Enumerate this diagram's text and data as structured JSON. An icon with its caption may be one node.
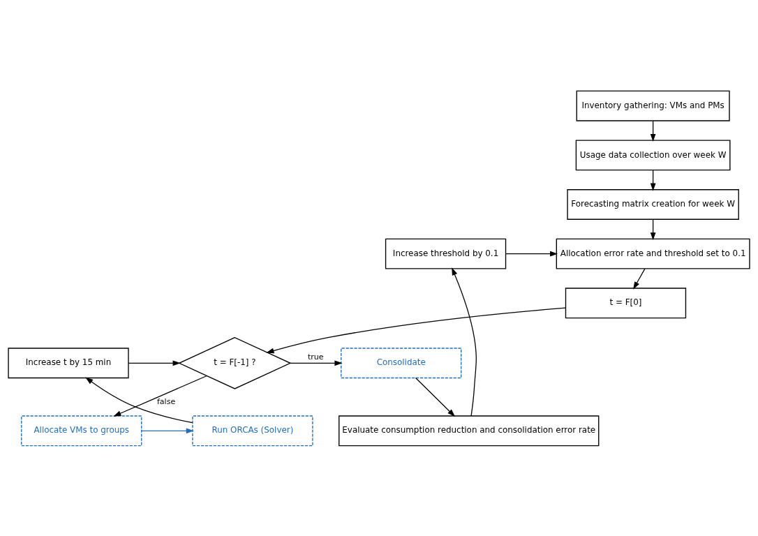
{
  "diagram": {
    "nodes": [
      {
        "text": [
          "Inventory gathering: VMs and PMs"
        ]
      },
      {
        "text": [
          "Usage data collection over week W"
        ]
      },
      {
        "text": [
          "Forecasting matrix creation for week W"
        ]
      },
      {
        "text": [
          "Allocation error rate and threshold set to 0.1"
        ]
      },
      {
        "text": [
          "t = F[0]"
        ]
      },
      {
        "text": [
          "t = F[-1] ?"
        ]
      },
      {
        "text": [
          "Increase threshold by 0.1"
        ]
      },
      {
        "text": [
          "Consolidate"
        ]
      },
      {
        "text": [
          "Increase t by 15 min"
        ]
      },
      {
        "text": [
          "Evaluate consumption reduction and consolidation error rate"
        ]
      },
      {
        "text": [
          "Allocate VMs to groups"
        ]
      },
      {
        "text": [
          "Run ORCAs (Solver)"
        ]
      }
    ],
    "edges": [
      {
        "from": 0,
        "to": 1,
        "arrow": "to"
      },
      {
        "from": 1,
        "to": 2,
        "arrow": "to"
      },
      {
        "from": 2,
        "to": 3,
        "arrow": "to"
      },
      {
        "from": 3,
        "to": 4,
        "arrow": "to"
      },
      {
        "from": 4,
        "to": 5,
        "arrow": "to"
      },
      {
        "from": 5,
        "to": 7,
        "arrow": "to",
        "label": "true"
      },
      {
        "from": 5,
        "to": 10,
        "arrow": "to",
        "label": "false"
      },
      {
        "from": 10,
        "to": 11,
        "arrow": "to",
        "color": "#1f6fc0"
      },
      {
        "from": 11,
        "to": 8,
        "arrow": "to"
      },
      {
        "from": 8,
        "to": 5,
        "arrow": "to"
      },
      {
        "from": 7,
        "to": 9,
        "arrow": "to"
      },
      {
        "from": 9,
        "to": 6,
        "arrow": "to"
      },
      {
        "from": 6,
        "to": 3,
        "arrow": "to"
      }
    ]
  }
}
